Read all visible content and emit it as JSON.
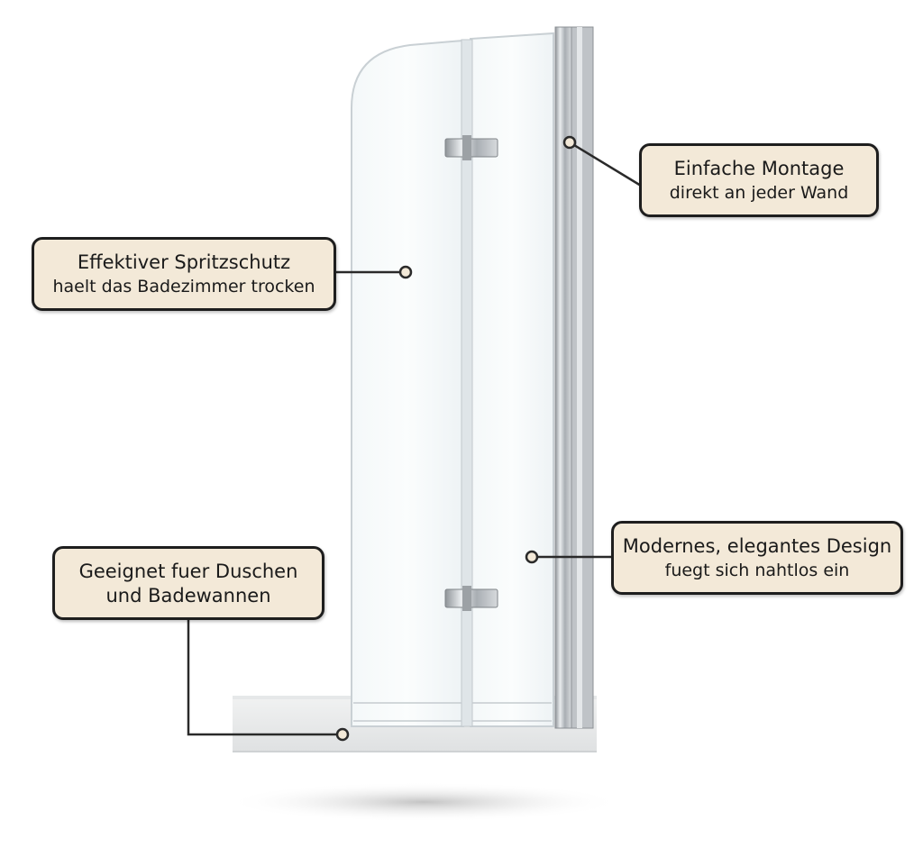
{
  "callouts": {
    "montage": {
      "line1": "Einfache Montage",
      "line2": "direkt an jeder Wand"
    },
    "spritzschutz": {
      "line1": "Effektiver Spritzschutz",
      "line2": "haelt das Badezimmer trocken"
    },
    "design": {
      "line1": "Modernes, elegantes Design",
      "line2": "fuegt sich nahtlos ein"
    },
    "duschen": {
      "line1": "Geeignet fuer Duschen",
      "line2": "und Badewannen"
    }
  },
  "colors": {
    "callout_fill": "#f3e9d8",
    "callout_border": "#1e1e1e",
    "glass": "#eef4f6",
    "chrome": "#b8bcc0"
  }
}
